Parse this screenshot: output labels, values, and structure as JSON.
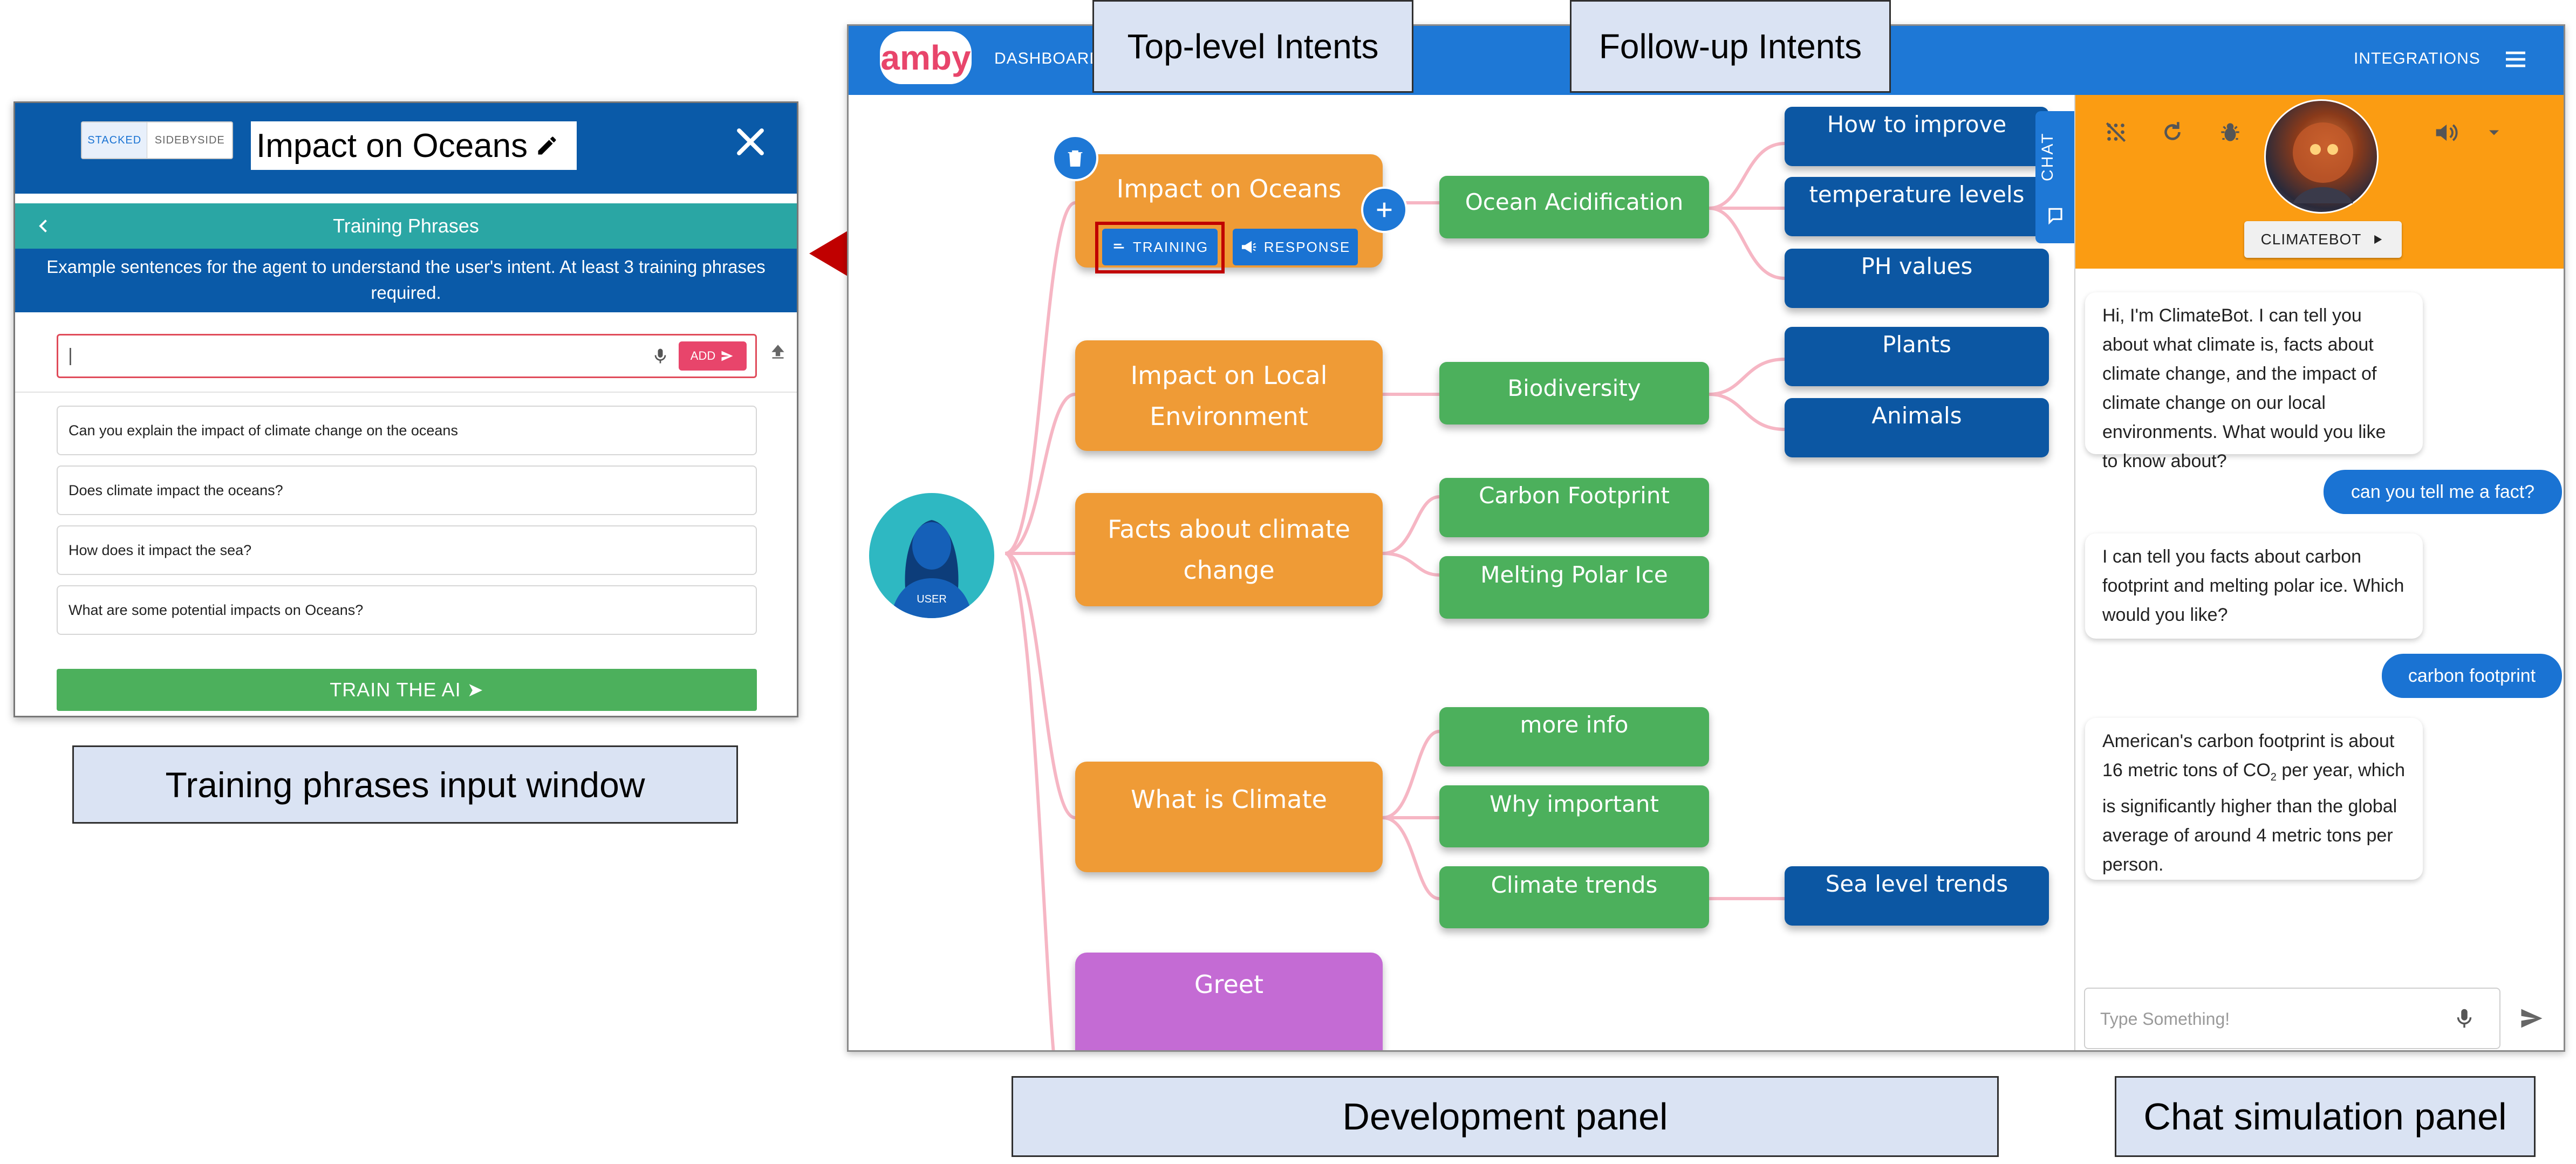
{
  "callouts": {
    "top_level": "Top-level Intents",
    "follow_up": "Follow-up Intents",
    "training_window": "Training phrases input window",
    "dev_panel": "Development panel",
    "chat_panel": "Chat simulation panel"
  },
  "app": {
    "logo": "amby",
    "nav_dashboard": "DASHBOARD",
    "nav_integrations": "INTEGRATIONS",
    "chat_tab": "CHAT",
    "user_label": "USER"
  },
  "intents": {
    "impact_oceans": "Impact on Oceans",
    "training_btn": "TRAINING",
    "response_btn": "RESPONSE",
    "local_env": "Impact on Local Environment",
    "facts": "Facts about climate change",
    "what_is": "What is Climate",
    "greet": "Greet"
  },
  "followups": {
    "ocean_acid": "Ocean Acidification",
    "biodiversity": "Biodiversity",
    "carbon": "Carbon Footprint",
    "polar_ice": "Melting Polar Ice",
    "more_info": "more info",
    "why_important": "Why important",
    "climate_trends": "Climate trends",
    "how_improve": "How to improve",
    "temp_levels": "temperature levels",
    "ph_values": "PH values",
    "plants": "Plants",
    "animals": "Animals",
    "sea_level": "Sea level trends"
  },
  "chat": {
    "bot_name": "CLIMATEBOT",
    "msg1": "Hi, I'm ClimateBot. I can tell you about what climate is, facts about climate change, and the impact of climate change on our local environments. What would you like to know about?",
    "user1": "can you tell me a fact?",
    "msg2": "I can tell you facts about carbon footprint and melting polar ice. Which would you like?",
    "user2": "carbon footprint",
    "msg3_a": "American's carbon footprint is about 16 metric tons of CO",
    "msg3_sub": "2",
    "msg3_b": " per year, which is significantly higher than the global average of around 4 metric tons per person.",
    "input_placeholder": "Type Something!"
  },
  "training": {
    "mode_stacked": "STACKED",
    "mode_side": "SIDEBYSIDE",
    "intent_title": "Impact on Oceans",
    "header": "Training Phrases",
    "description": "Example sentences for the agent to understand the user's intent. At least 3 training phrases required.",
    "input_value": "|",
    "add_btn": "ADD",
    "phrases": [
      "Can you explain the impact of climate change on the oceans",
      "Does climate impact the oceans?",
      "How does it impact the sea?",
      "What are some potential impacts on Oceans?"
    ],
    "train_btn": "TRAIN THE AI ➤"
  },
  "colors": {
    "app_blue": "#1e78d6",
    "intent_orange": "#ef9b36",
    "followup_green": "#4cb05c",
    "followup_blue": "#0c57a3",
    "greet_purple": "#c46bd4",
    "chat_header_orange": "#fb9c12",
    "teal": "#2aa6a4",
    "arrow_red": "#c00000"
  }
}
